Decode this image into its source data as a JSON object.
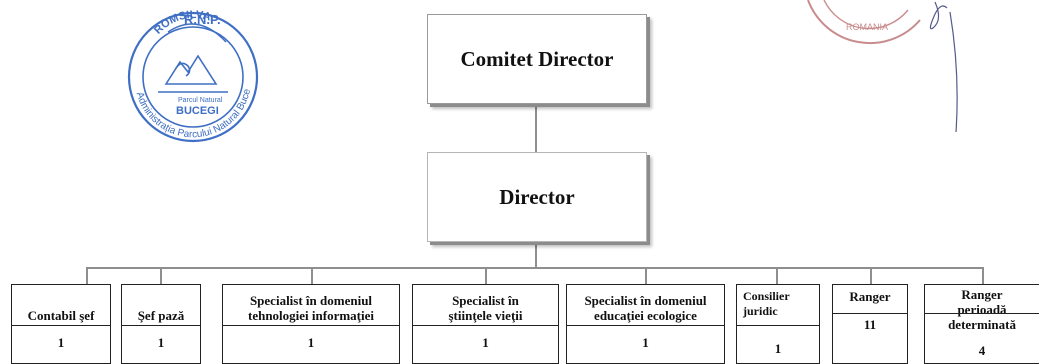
{
  "stamp": {
    "top_text": "R.N.P.",
    "ring_text": "ROMSILVA",
    "inner_line1": "Parcul Natural",
    "inner_line2": "BUCEGI",
    "outer_text": "Administrația Parcului Natural Bucegi Ra",
    "color": "#3f6fc4"
  },
  "stamp_right": {
    "text": "ROMANIA",
    "color": "#c98c8c"
  },
  "org": {
    "top_box": "Comitet Director",
    "director_box": "Director",
    "line_color": "#8e8e8e"
  },
  "departments": [
    {
      "label": "Contabil şef",
      "count": "1"
    },
    {
      "label": "Şef pază",
      "count": "1"
    },
    {
      "label": "Specialist în domeniul tehnologiei informaţiei",
      "count": "1"
    },
    {
      "label": "Specialist în ştiinţele vieţii",
      "count": "1"
    },
    {
      "label": "Specialist în domeniul educaţiei ecologice",
      "count": "1"
    },
    {
      "label": "Consilier juridic",
      "count": "1"
    },
    {
      "label": "Ranger",
      "count": "11"
    },
    {
      "label": "Ranger perioadă determinată",
      "count": "4"
    }
  ]
}
